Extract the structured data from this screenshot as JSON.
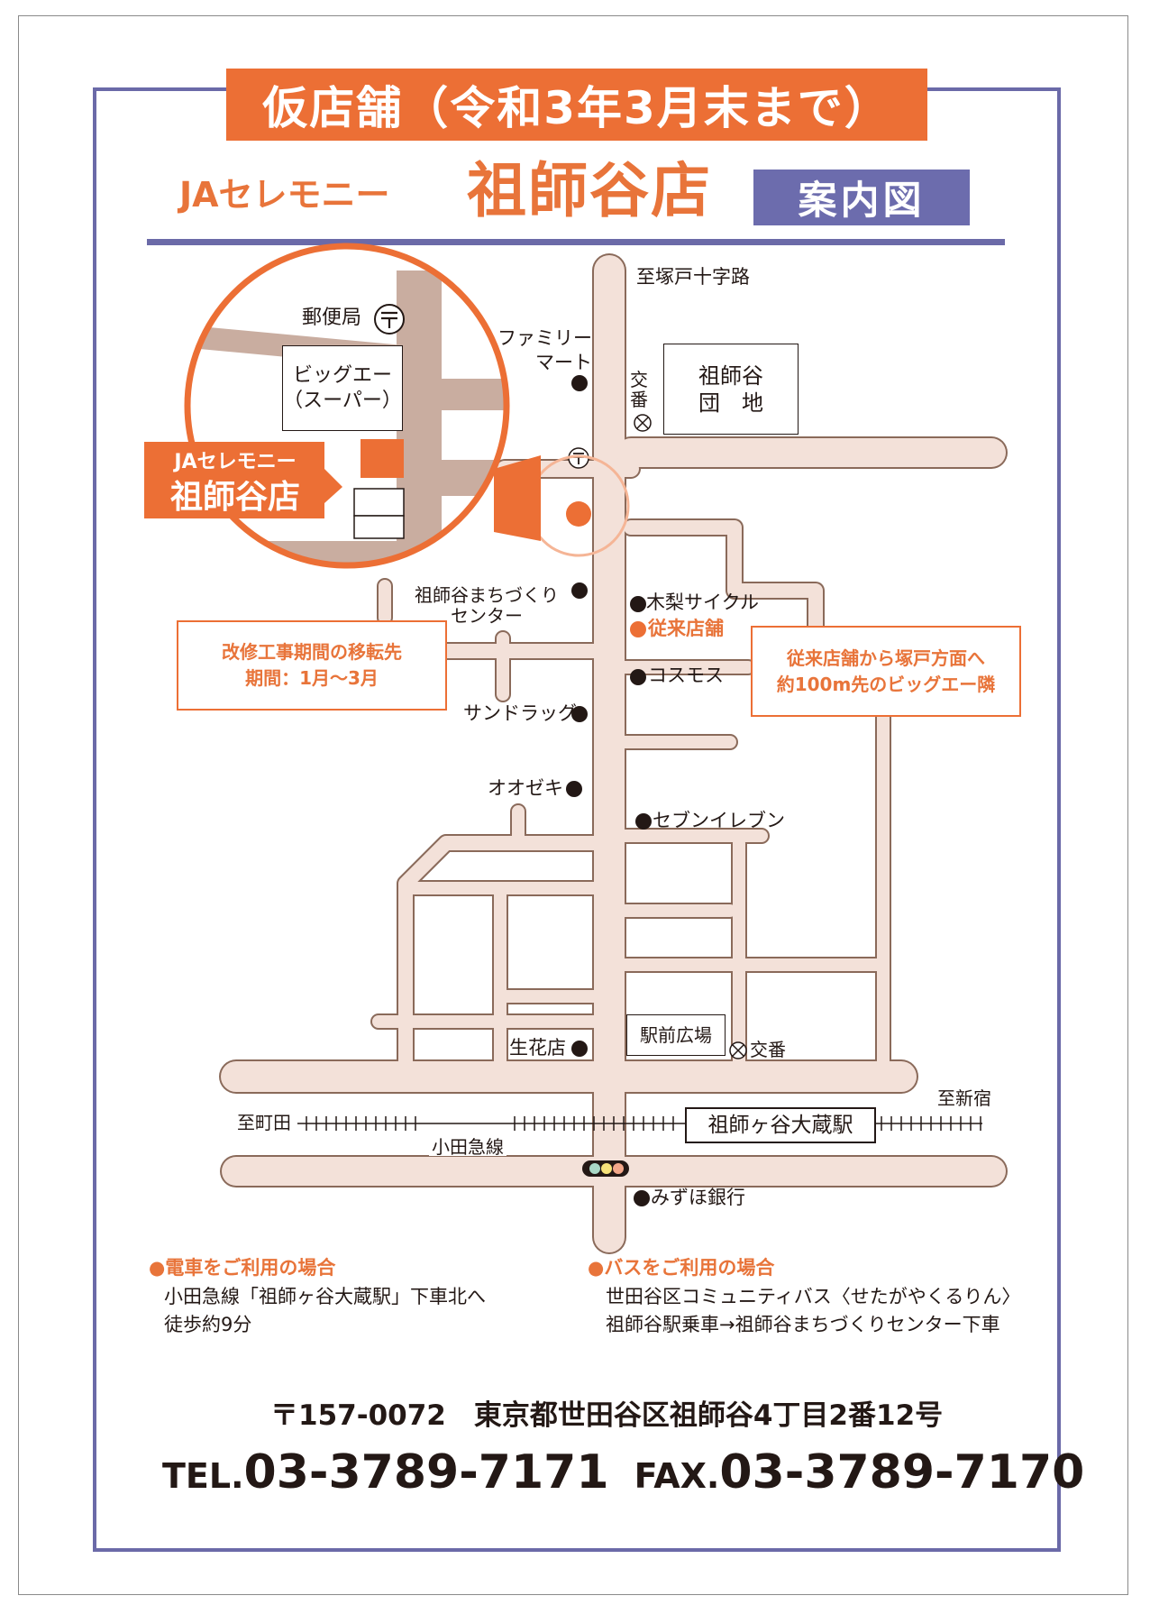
{
  "header": {
    "temporary_banner": "仮店舗（令和3年3月末まで）",
    "brand": "JAセレモニー",
    "store_name": "祖師谷店",
    "guide_label": "案内図"
  },
  "map": {
    "direction_north": "至塚戸十字路",
    "direction_west": "至町田",
    "direction_east": "至新宿",
    "rail_line": "小田急線",
    "station": "祖師ヶ谷大蔵駅",
    "station_plaza": "駅前広場",
    "danchi": "祖師谷\n団　地",
    "koban_north": "交\n番",
    "koban_south": "交番",
    "landmarks": {
      "family_mart": "ファミリー\nマート",
      "machizukuri_center": "祖師谷まちづくり\nセンター",
      "kinashi_cycle": "木梨サイクル",
      "former_store": "従来店舗",
      "cosmos": "コスモス",
      "sundrug": "サンドラッグ",
      "ozeki": "オオゼキ",
      "seven_eleven": "セブンイレブン",
      "florist": "生花店",
      "mizuho": "みずほ銀行"
    },
    "inset": {
      "post_office": "郵便局",
      "big_a": "ビッグエー\n（スーパー）",
      "callout_brand": "JAセレモニー",
      "callout_store": "祖師谷店"
    },
    "note_relocation": {
      "line1": "改修工事期間の移転先",
      "line2": "期間：1月〜3月"
    },
    "note_direction": {
      "line1": "従来店舗から塚戸方面へ",
      "line2": "約100m先のビッグエー隣"
    }
  },
  "access": {
    "train_heading": "●電車をご利用の場合",
    "train_line1": "小田急線「祖師ヶ谷大蔵駅」下車北へ",
    "train_line2": "徒歩約9分",
    "bus_heading": "●バスをご利用の場合",
    "bus_line1": "世田谷区コミュニティバス〈せたがやくるりん〉",
    "bus_line2": "祖師谷駅乗車→祖師谷まちづくりセンター下車"
  },
  "footer": {
    "address": "〒157-0072　東京都世田谷区祖師谷4丁目2番12号",
    "tel_label": "TEL.",
    "tel": "03-3789-7171",
    "fax_label": "FAX.",
    "fax": "03-3789-7170"
  },
  "colors": {
    "accent_orange": "#ec6f35",
    "frame_purple": "#6b6aa8",
    "road_fill": "#f3e1d9",
    "road_edge": "#8a6a5a",
    "inset_road": "#c9ada0"
  }
}
